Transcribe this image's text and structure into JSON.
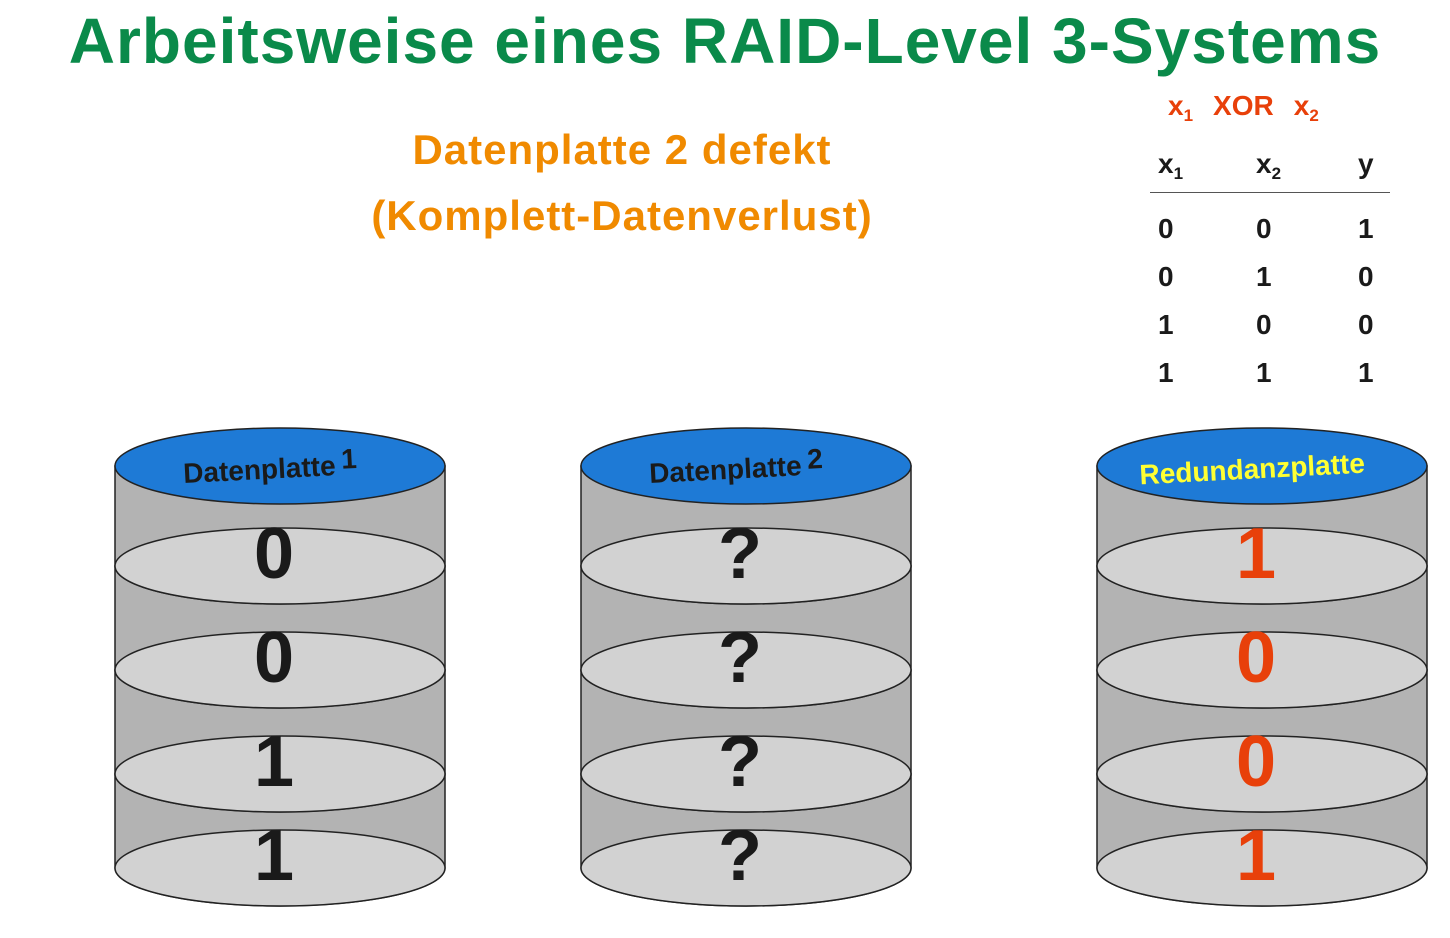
{
  "title": "Arbeitsweise eines RAID-Level 3-Systems",
  "subtitle_line1": "Datenplatte 2 defekt",
  "subtitle_line2": "(Komplett-Datenverlust)",
  "xor_table": {
    "heading": {
      "a": "x",
      "a_sub": "1",
      "op": "XOR",
      "b": "x",
      "b_sub": "2"
    },
    "columns": [
      {
        "label": "x",
        "sub": "1"
      },
      {
        "label": "x",
        "sub": "2"
      },
      {
        "label": "y",
        "sub": ""
      }
    ],
    "rows": [
      [
        "0",
        "0",
        "1"
      ],
      [
        "0",
        "1",
        "0"
      ],
      [
        "1",
        "0",
        "0"
      ],
      [
        "1",
        "1",
        "1"
      ]
    ]
  },
  "disks": [
    {
      "label": "Datenplatte",
      "label_suffix": "1",
      "values": [
        "0",
        "0",
        "1",
        "1"
      ],
      "value_color": "#1a1a1a",
      "label_color": "#1a1a1a"
    },
    {
      "label": "Datenplatte",
      "label_suffix": "2",
      "values": [
        "?",
        "?",
        "?",
        "?"
      ],
      "value_color": "#1a1a1a",
      "label_color": "#1a1a1a"
    },
    {
      "label": "Redundanzplatte",
      "label_suffix": "",
      "values": [
        "1",
        "0",
        "0",
        "1"
      ],
      "value_color": "#e8400a",
      "label_color": "#ffff33"
    }
  ],
  "colors": {
    "title": "#0a8a4a",
    "subtitle": "#f08a00",
    "disk_top": "#1e7ad6",
    "disk_body": "#b3b3b3",
    "disk_ellipse": "#d2d2d2"
  }
}
